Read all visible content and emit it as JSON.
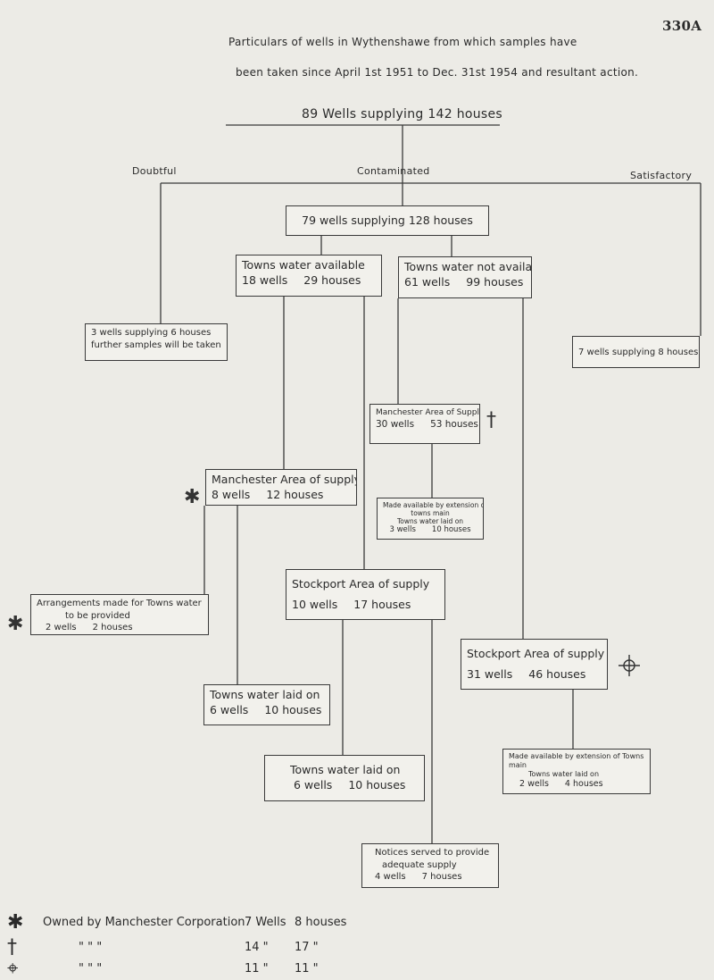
{
  "page_number": "330A",
  "header": {
    "line1": "Particulars of wells in Wythenshawe from which samples have",
    "line2": "been taken since April 1st 1951 to Dec. 31st 1954 and resultant action."
  },
  "root_label": "89 Wells supplying 142 houses",
  "categories": {
    "doubtful": "Doubtful",
    "contaminated": "Contaminated",
    "satisfactory": "Satisfactory"
  },
  "boxes": {
    "contaminated_total": "79 wells supplying 128 houses",
    "doubtful_box": {
      "line1": "3 wells supplying 6 houses",
      "line2": "further samples will be taken"
    },
    "satisfactory_box": "7 wells supplying 8 houses",
    "towns_water_available": {
      "line1": "Towns water available",
      "wells": "18 wells",
      "houses": "29 houses"
    },
    "towns_water_not_available": {
      "line1": "Towns water not available",
      "wells": "61 wells",
      "houses": "99 houses"
    },
    "manchester_area_right": {
      "line1": "Manchester Area of Supply",
      "wells": "30 wells",
      "houses": "53 houses"
    },
    "made_available_main": {
      "line1": "Made available by extension of",
      "line2": "towns main",
      "line3": "Towns water laid on",
      "wells": "3 wells",
      "houses": "10 houses"
    },
    "manchester_area_left": {
      "line1": "Manchester Area of supply",
      "wells": "8 wells",
      "houses": "12 houses"
    },
    "arrangements": {
      "line1": "Arrangements made for Towns water",
      "line2": "to be provided",
      "wells": "2 wells",
      "houses": "2 houses"
    },
    "stockport_area_center": {
      "line1": "Stockport Area of supply",
      "wells": "10 wells",
      "houses": "17 houses"
    },
    "towns_water_laid_left": {
      "line1": "Towns water laid on",
      "wells": "6 wells",
      "houses": "10 houses"
    },
    "towns_water_laid_center": {
      "line1": "Towns water laid on",
      "wells": "6 wells",
      "houses": "10 houses"
    },
    "notices_served": {
      "line1": "Notices served to provide",
      "line2": "adequate supply",
      "wells": "4 wells",
      "houses": "7 houses"
    },
    "stockport_area_right": {
      "line1": "Stockport Area of supply",
      "wells": "31 wells",
      "houses": "46 houses"
    },
    "made_available_right": {
      "line1": "Made available by extension of Towns",
      "line2": "main",
      "line3": "Towns water laid on",
      "wells": "2 wells",
      "houses": "4 houses"
    }
  },
  "legend": {
    "row1": {
      "symbol": "✱",
      "text": "Owned by Manchester Corporation",
      "wells": "7 Wells",
      "houses": "8 houses"
    },
    "row2": {
      "symbol": "†",
      "text": "\"   \"   \"",
      "wells": "14 \"",
      "houses": "17 \""
    },
    "row3": {
      "symbol": "⌖",
      "text": "\"   \"   \"",
      "wells": "11 \"",
      "houses": "11 \""
    }
  }
}
